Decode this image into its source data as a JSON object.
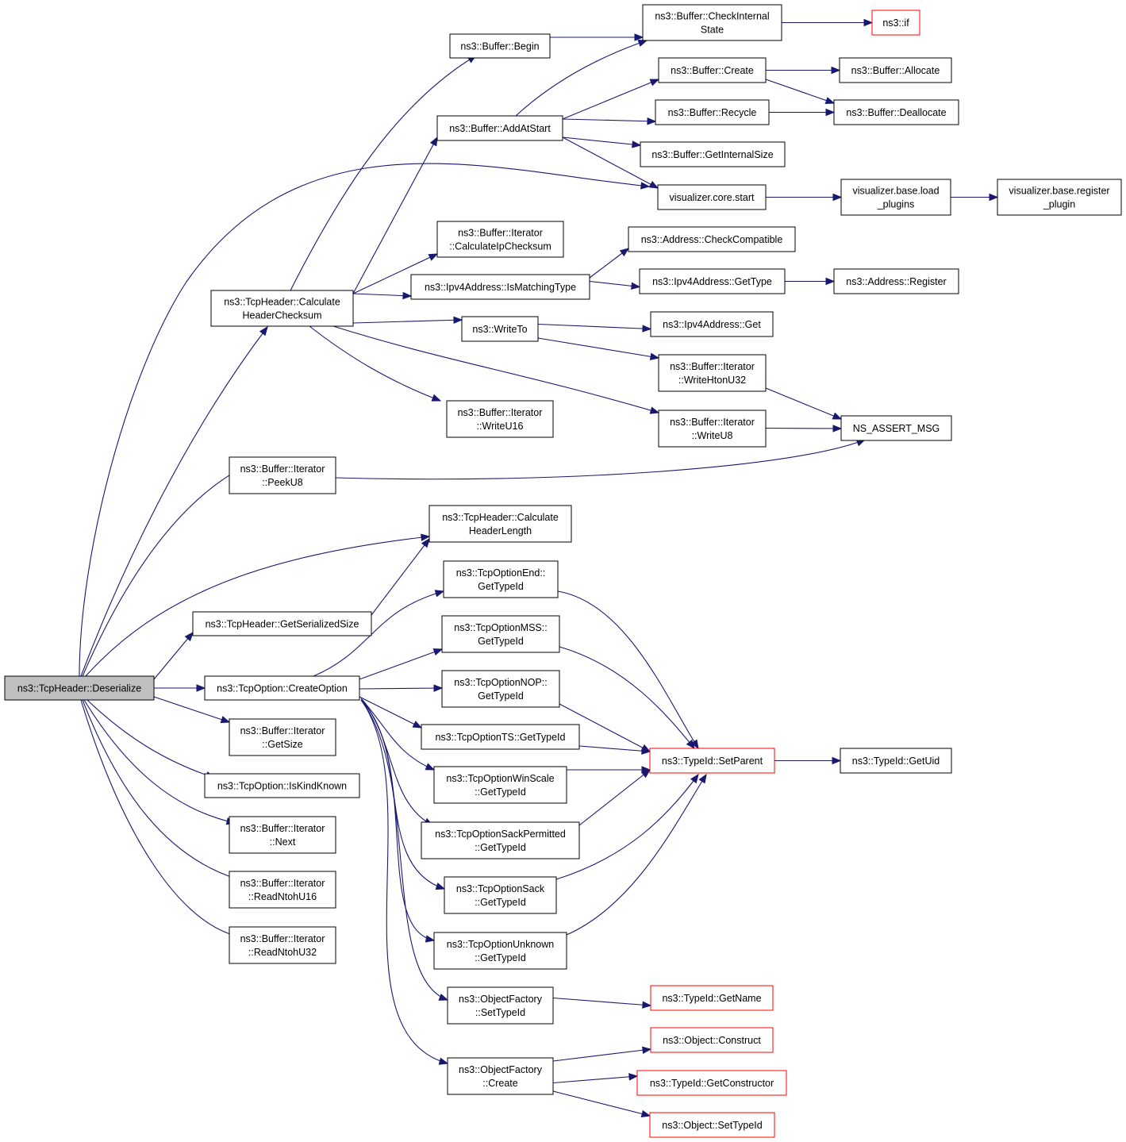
{
  "colors": {
    "edge": "#191970",
    "node_border": "#000000",
    "truncated_border": "#ff0000",
    "root_fill": "#bfbfbf",
    "node_fill": "#ffffff"
  },
  "nodes": {
    "deserialize": {
      "lines": [
        "ns3::TcpHeader::Deserialize"
      ],
      "root": true
    },
    "calc_hdr_cksum": {
      "lines": [
        "ns3::TcpHeader::Calculate",
        "HeaderChecksum"
      ]
    },
    "peek_u8": {
      "lines": [
        "ns3::Buffer::Iterator",
        "::PeekU8"
      ]
    },
    "calc_hdr_len": {
      "lines": [
        "ns3::TcpHeader::Calculate",
        "HeaderLength"
      ]
    },
    "get_serialized_size": {
      "lines": [
        "ns3::TcpHeader::GetSerializedSize"
      ]
    },
    "create_option": {
      "lines": [
        "ns3::TcpOption::CreateOption"
      ]
    },
    "iter_get_size": {
      "lines": [
        "ns3::Buffer::Iterator",
        "::GetSize"
      ]
    },
    "is_kind_known": {
      "lines": [
        "ns3::TcpOption::IsKindKnown"
      ]
    },
    "iter_next": {
      "lines": [
        "ns3::Buffer::Iterator",
        "::Next"
      ]
    },
    "read_ntoh_u16": {
      "lines": [
        "ns3::Buffer::Iterator",
        "::ReadNtohU16"
      ]
    },
    "read_ntoh_u32": {
      "lines": [
        "ns3::Buffer::Iterator",
        "::ReadNtohU32"
      ]
    },
    "buffer_begin": {
      "lines": [
        "ns3::Buffer::Begin"
      ]
    },
    "add_at_start": {
      "lines": [
        "ns3::Buffer::AddAtStart"
      ]
    },
    "calc_ip_cksum": {
      "lines": [
        "ns3::Buffer::Iterator",
        "::CalculateIpChecksum"
      ]
    },
    "is_matching_type": {
      "lines": [
        "ns3::Ipv4Address::IsMatchingType"
      ]
    },
    "write_to": {
      "lines": [
        "ns3::WriteTo"
      ]
    },
    "write_u16": {
      "lines": [
        "ns3::Buffer::Iterator",
        "::WriteU16"
      ]
    },
    "check_internal_state": {
      "lines": [
        "ns3::Buffer::CheckInternal",
        "State"
      ]
    },
    "buffer_create": {
      "lines": [
        "ns3::Buffer::Create"
      ]
    },
    "buffer_recycle": {
      "lines": [
        "ns3::Buffer::Recycle"
      ]
    },
    "get_internal_size": {
      "lines": [
        "ns3::Buffer::GetInternalSize"
      ]
    },
    "vis_core_start": {
      "lines": [
        "visualizer.core.start"
      ]
    },
    "check_compatible": {
      "lines": [
        "ns3::Address::CheckCompatible"
      ]
    },
    "ipv4_get_type": {
      "lines": [
        "ns3::Ipv4Address::GetType"
      ]
    },
    "ipv4_get": {
      "lines": [
        "ns3::Ipv4Address::Get"
      ]
    },
    "write_hton_u32": {
      "lines": [
        "ns3::Buffer::Iterator",
        "::WriteHtonU32"
      ]
    },
    "write_u8": {
      "lines": [
        "ns3::Buffer::Iterator",
        "::WriteU8"
      ]
    },
    "ns3_if": {
      "lines": [
        "ns3::if"
      ],
      "truncated": true
    },
    "buffer_allocate": {
      "lines": [
        "ns3::Buffer::Allocate"
      ]
    },
    "buffer_deallocate": {
      "lines": [
        "ns3::Buffer::Deallocate"
      ]
    },
    "vis_load_plugins": {
      "lines": [
        "visualizer.base.load",
        "_plugins"
      ]
    },
    "vis_register_plugin": {
      "lines": [
        "visualizer.base.register",
        "_plugin"
      ]
    },
    "address_register": {
      "lines": [
        "ns3::Address::Register"
      ]
    },
    "ns_assert_msg": {
      "lines": [
        "NS_ASSERT_MSG"
      ]
    },
    "opt_end_gettypeid": {
      "lines": [
        "ns3::TcpOptionEnd::",
        "GetTypeId"
      ]
    },
    "opt_mss_gettypeid": {
      "lines": [
        "ns3::TcpOptionMSS::",
        "GetTypeId"
      ]
    },
    "opt_nop_gettypeid": {
      "lines": [
        "ns3::TcpOptionNOP::",
        "GetTypeId"
      ]
    },
    "opt_ts_gettypeid": {
      "lines": [
        "ns3::TcpOptionTS::GetTypeId"
      ]
    },
    "opt_winscale_gettypeid": {
      "lines": [
        "ns3::TcpOptionWinScale",
        "::GetTypeId"
      ]
    },
    "opt_sackperm_gettypeid": {
      "lines": [
        "ns3::TcpOptionSackPermitted",
        "::GetTypeId"
      ]
    },
    "opt_sack_gettypeid": {
      "lines": [
        "ns3::TcpOptionSack",
        "::GetTypeId"
      ]
    },
    "opt_unknown_gettypeid": {
      "lines": [
        "ns3::TcpOptionUnknown",
        "::GetTypeId"
      ]
    },
    "objfactory_settypeid": {
      "lines": [
        "ns3::ObjectFactory",
        "::SetTypeId"
      ]
    },
    "objfactory_create": {
      "lines": [
        "ns3::ObjectFactory",
        "::Create"
      ]
    },
    "typeid_setparent": {
      "lines": [
        "ns3::TypeId::SetParent"
      ],
      "truncated": true
    },
    "typeid_getuid": {
      "lines": [
        "ns3::TypeId::GetUid"
      ]
    },
    "typeid_getname": {
      "lines": [
        "ns3::TypeId::GetName"
      ],
      "truncated": true
    },
    "object_construct": {
      "lines": [
        "ns3::Object::Construct"
      ],
      "truncated": true
    },
    "typeid_getconstructor": {
      "lines": [
        "ns3::TypeId::GetConstructor"
      ],
      "truncated": true
    },
    "object_settypeid": {
      "lines": [
        "ns3::Object::SetTypeId"
      ],
      "truncated": true
    }
  },
  "edges": [
    [
      "deserialize",
      "calc_hdr_cksum"
    ],
    [
      "deserialize",
      "vis_core_start"
    ],
    [
      "deserialize",
      "peek_u8"
    ],
    [
      "deserialize",
      "calc_hdr_len"
    ],
    [
      "deserialize",
      "get_serialized_size"
    ],
    [
      "deserialize",
      "create_option"
    ],
    [
      "deserialize",
      "iter_get_size"
    ],
    [
      "deserialize",
      "is_kind_known"
    ],
    [
      "deserialize",
      "iter_next"
    ],
    [
      "deserialize",
      "read_ntoh_u16"
    ],
    [
      "deserialize",
      "read_ntoh_u32"
    ],
    [
      "calc_hdr_cksum",
      "buffer_begin"
    ],
    [
      "calc_hdr_cksum",
      "add_at_start"
    ],
    [
      "calc_hdr_cksum",
      "calc_ip_cksum"
    ],
    [
      "calc_hdr_cksum",
      "is_matching_type"
    ],
    [
      "calc_hdr_cksum",
      "write_to"
    ],
    [
      "calc_hdr_cksum",
      "write_u16"
    ],
    [
      "calc_hdr_cksum",
      "write_u8"
    ],
    [
      "buffer_begin",
      "check_internal_state"
    ],
    [
      "add_at_start",
      "check_internal_state"
    ],
    [
      "add_at_start",
      "buffer_create"
    ],
    [
      "add_at_start",
      "buffer_recycle"
    ],
    [
      "add_at_start",
      "get_internal_size"
    ],
    [
      "add_at_start",
      "vis_core_start"
    ],
    [
      "check_internal_state",
      "ns3_if"
    ],
    [
      "buffer_create",
      "buffer_allocate"
    ],
    [
      "buffer_create",
      "buffer_deallocate"
    ],
    [
      "buffer_recycle",
      "buffer_deallocate"
    ],
    [
      "vis_core_start",
      "vis_load_plugins"
    ],
    [
      "vis_load_plugins",
      "vis_register_plugin"
    ],
    [
      "is_matching_type",
      "check_compatible"
    ],
    [
      "is_matching_type",
      "ipv4_get_type"
    ],
    [
      "ipv4_get_type",
      "address_register"
    ],
    [
      "write_to",
      "ipv4_get"
    ],
    [
      "write_to",
      "write_hton_u32"
    ],
    [
      "write_hton_u32",
      "ns_assert_msg"
    ],
    [
      "write_u8",
      "ns_assert_msg"
    ],
    [
      "peek_u8",
      "ns_assert_msg"
    ],
    [
      "get_serialized_size",
      "calc_hdr_len"
    ],
    [
      "create_option",
      "opt_end_gettypeid"
    ],
    [
      "create_option",
      "opt_mss_gettypeid"
    ],
    [
      "create_option",
      "opt_nop_gettypeid"
    ],
    [
      "create_option",
      "opt_ts_gettypeid"
    ],
    [
      "create_option",
      "opt_winscale_gettypeid"
    ],
    [
      "create_option",
      "opt_sackperm_gettypeid"
    ],
    [
      "create_option",
      "opt_sack_gettypeid"
    ],
    [
      "create_option",
      "opt_unknown_gettypeid"
    ],
    [
      "create_option",
      "objfactory_settypeid"
    ],
    [
      "create_option",
      "objfactory_create"
    ],
    [
      "opt_end_gettypeid",
      "typeid_setparent"
    ],
    [
      "opt_mss_gettypeid",
      "typeid_setparent"
    ],
    [
      "opt_nop_gettypeid",
      "typeid_setparent"
    ],
    [
      "opt_ts_gettypeid",
      "typeid_setparent"
    ],
    [
      "opt_winscale_gettypeid",
      "typeid_setparent"
    ],
    [
      "opt_sackperm_gettypeid",
      "typeid_setparent"
    ],
    [
      "opt_sack_gettypeid",
      "typeid_setparent"
    ],
    [
      "opt_unknown_gettypeid",
      "typeid_setparent"
    ],
    [
      "typeid_setparent",
      "typeid_getuid"
    ],
    [
      "objfactory_settypeid",
      "typeid_getname"
    ],
    [
      "objfactory_create",
      "object_construct"
    ],
    [
      "objfactory_create",
      "typeid_getconstructor"
    ],
    [
      "objfactory_create",
      "object_settypeid"
    ]
  ]
}
